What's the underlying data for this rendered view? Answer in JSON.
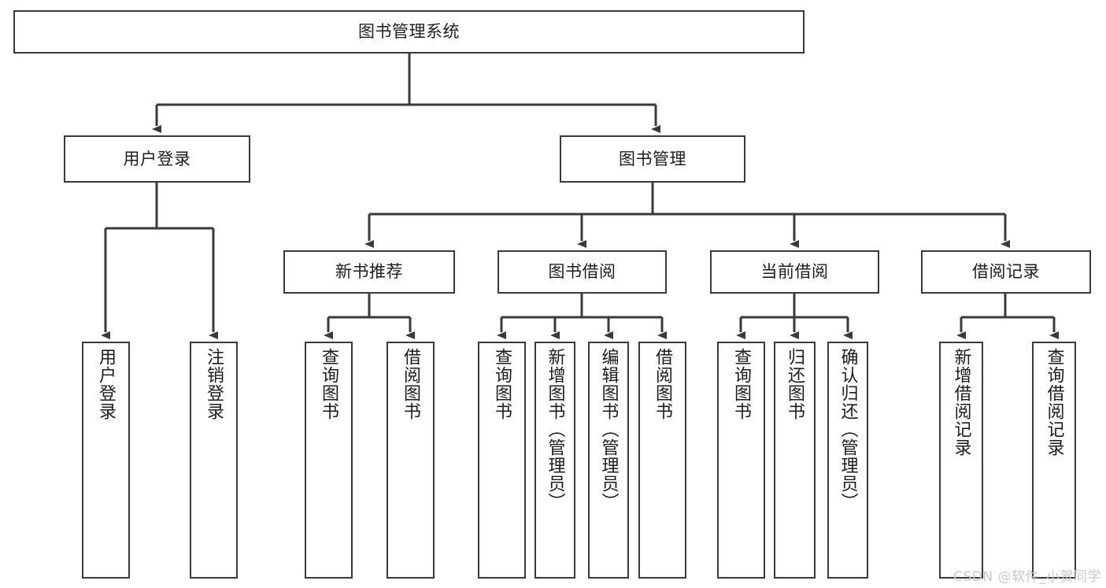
{
  "diagram": {
    "title": "图书管理系统",
    "type": "function-structure-tree",
    "colors": {
      "box_border": "#3a3a3a",
      "box_fill": "#ffffff",
      "connector": "#3a3a3a",
      "text": "#1d1d1d",
      "watermark": "#c9c9c9",
      "background": "#ffffff"
    },
    "watermark": "CSDN @软件_小贺同学",
    "nodes": {
      "root": {
        "label": "图书管理系统"
      },
      "level1": [
        {
          "id": "user-login",
          "label": "用户登录"
        },
        {
          "id": "book-manage",
          "label": "图书管理"
        }
      ],
      "level2": [
        {
          "id": "new-book-recommend",
          "label": "新书推荐"
        },
        {
          "id": "book-borrow",
          "label": "图书借阅"
        },
        {
          "id": "current-borrow",
          "label": "当前借阅"
        },
        {
          "id": "borrow-record",
          "label": "借阅记录"
        }
      ],
      "leaves": {
        "user_login": [
          {
            "id": "leaf-user-login",
            "label": "用户登录"
          },
          {
            "id": "leaf-logout-login",
            "label": "注销登录"
          }
        ],
        "new_book_recommend": [
          {
            "id": "leaf-query-book-1",
            "label": "查询图书"
          },
          {
            "id": "leaf-borrow-book-1",
            "label": "借阅图书"
          }
        ],
        "book_borrow": [
          {
            "id": "leaf-query-book-2",
            "label": "查询图书"
          },
          {
            "id": "leaf-add-book",
            "label": "新增图书（管理员）"
          },
          {
            "id": "leaf-edit-book",
            "label": "编辑图书（管理员）"
          },
          {
            "id": "leaf-borrow-book-2",
            "label": "借阅图书"
          }
        ],
        "current_borrow": [
          {
            "id": "leaf-query-book-3",
            "label": "查询图书"
          },
          {
            "id": "leaf-return-book",
            "label": "归还图书"
          },
          {
            "id": "leaf-confirm-return",
            "label": "确认归还（管理员）"
          }
        ],
        "borrow_record": [
          {
            "id": "leaf-add-borrow-record",
            "label": "新增借阅记录"
          },
          {
            "id": "leaf-query-borrow-record",
            "label": "查询借阅记录"
          }
        ]
      }
    }
  }
}
